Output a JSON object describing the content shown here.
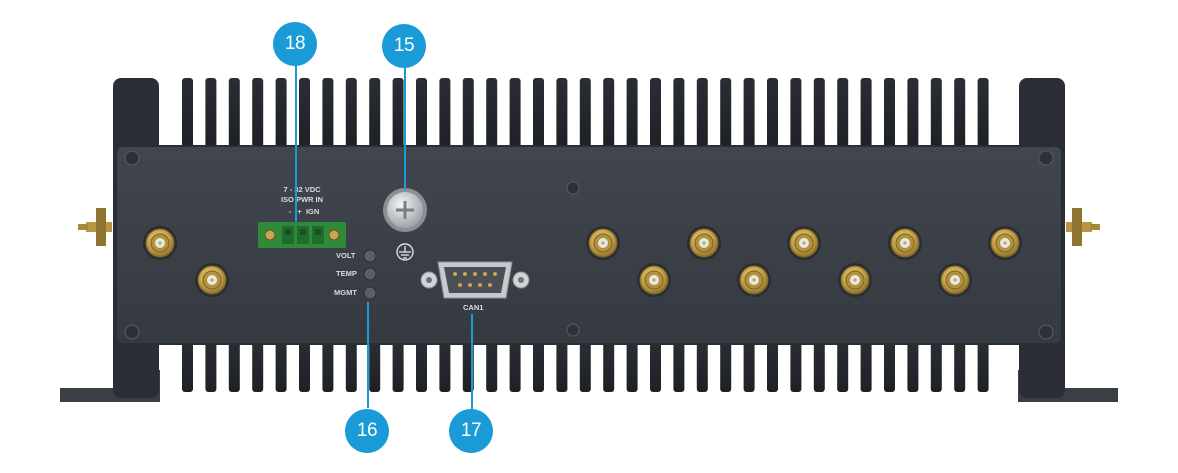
{
  "labels": {
    "power": [
      "7 - 32 VDC",
      "ISO PWR IN",
      "-   +  IGN"
    ],
    "leds": [
      "VOLT",
      "TEMP",
      "MGMT"
    ],
    "can": "CAN1"
  },
  "callouts": [
    "18",
    "15",
    "16",
    "17"
  ],
  "icons": {
    "ground": "ground-symbol-icon",
    "screw": "ground-screw-icon",
    "connector": "db9-connector-icon",
    "antenna": "sma-connector-icon"
  },
  "colors": {
    "callout": "#1a9ad6",
    "chassis": "#3b4048",
    "chassis_dark": "#23262c",
    "connector_gold": "#c9a64b",
    "terminal_green": "#2f8a3a",
    "label": "#d8dbe0"
  }
}
